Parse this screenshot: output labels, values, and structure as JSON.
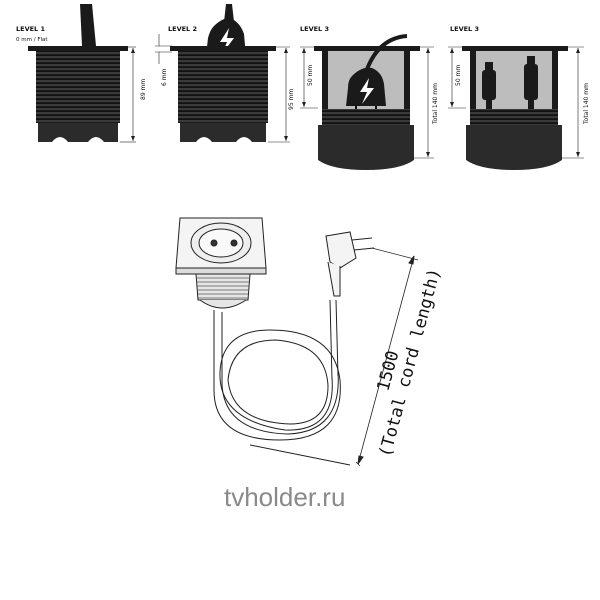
{
  "levels": [
    {
      "title": "LEVEL 1",
      "subtitle": "0 mm / Flat",
      "dim_main": "89 mm"
    },
    {
      "title": "LEVEL 2",
      "dim_small": "6 mm",
      "dim_main": "95 mm"
    },
    {
      "title": "LEVEL 3",
      "dim_small": "50 mm",
      "dim_main": "Total 140 mm"
    },
    {
      "title": "LEVEL 3",
      "dim_small": "50 mm",
      "dim_main": "Total 140 mm"
    }
  ],
  "cord": {
    "length": "1500",
    "caption": "(Total cord length)"
  },
  "watermark": "tvholder.ru",
  "colors": {
    "body": "#2b2b2b",
    "ring": "#1a1a1a",
    "inner": "#bdbdbd",
    "line": "#222222",
    "watermark": "#8a8a8a"
  }
}
